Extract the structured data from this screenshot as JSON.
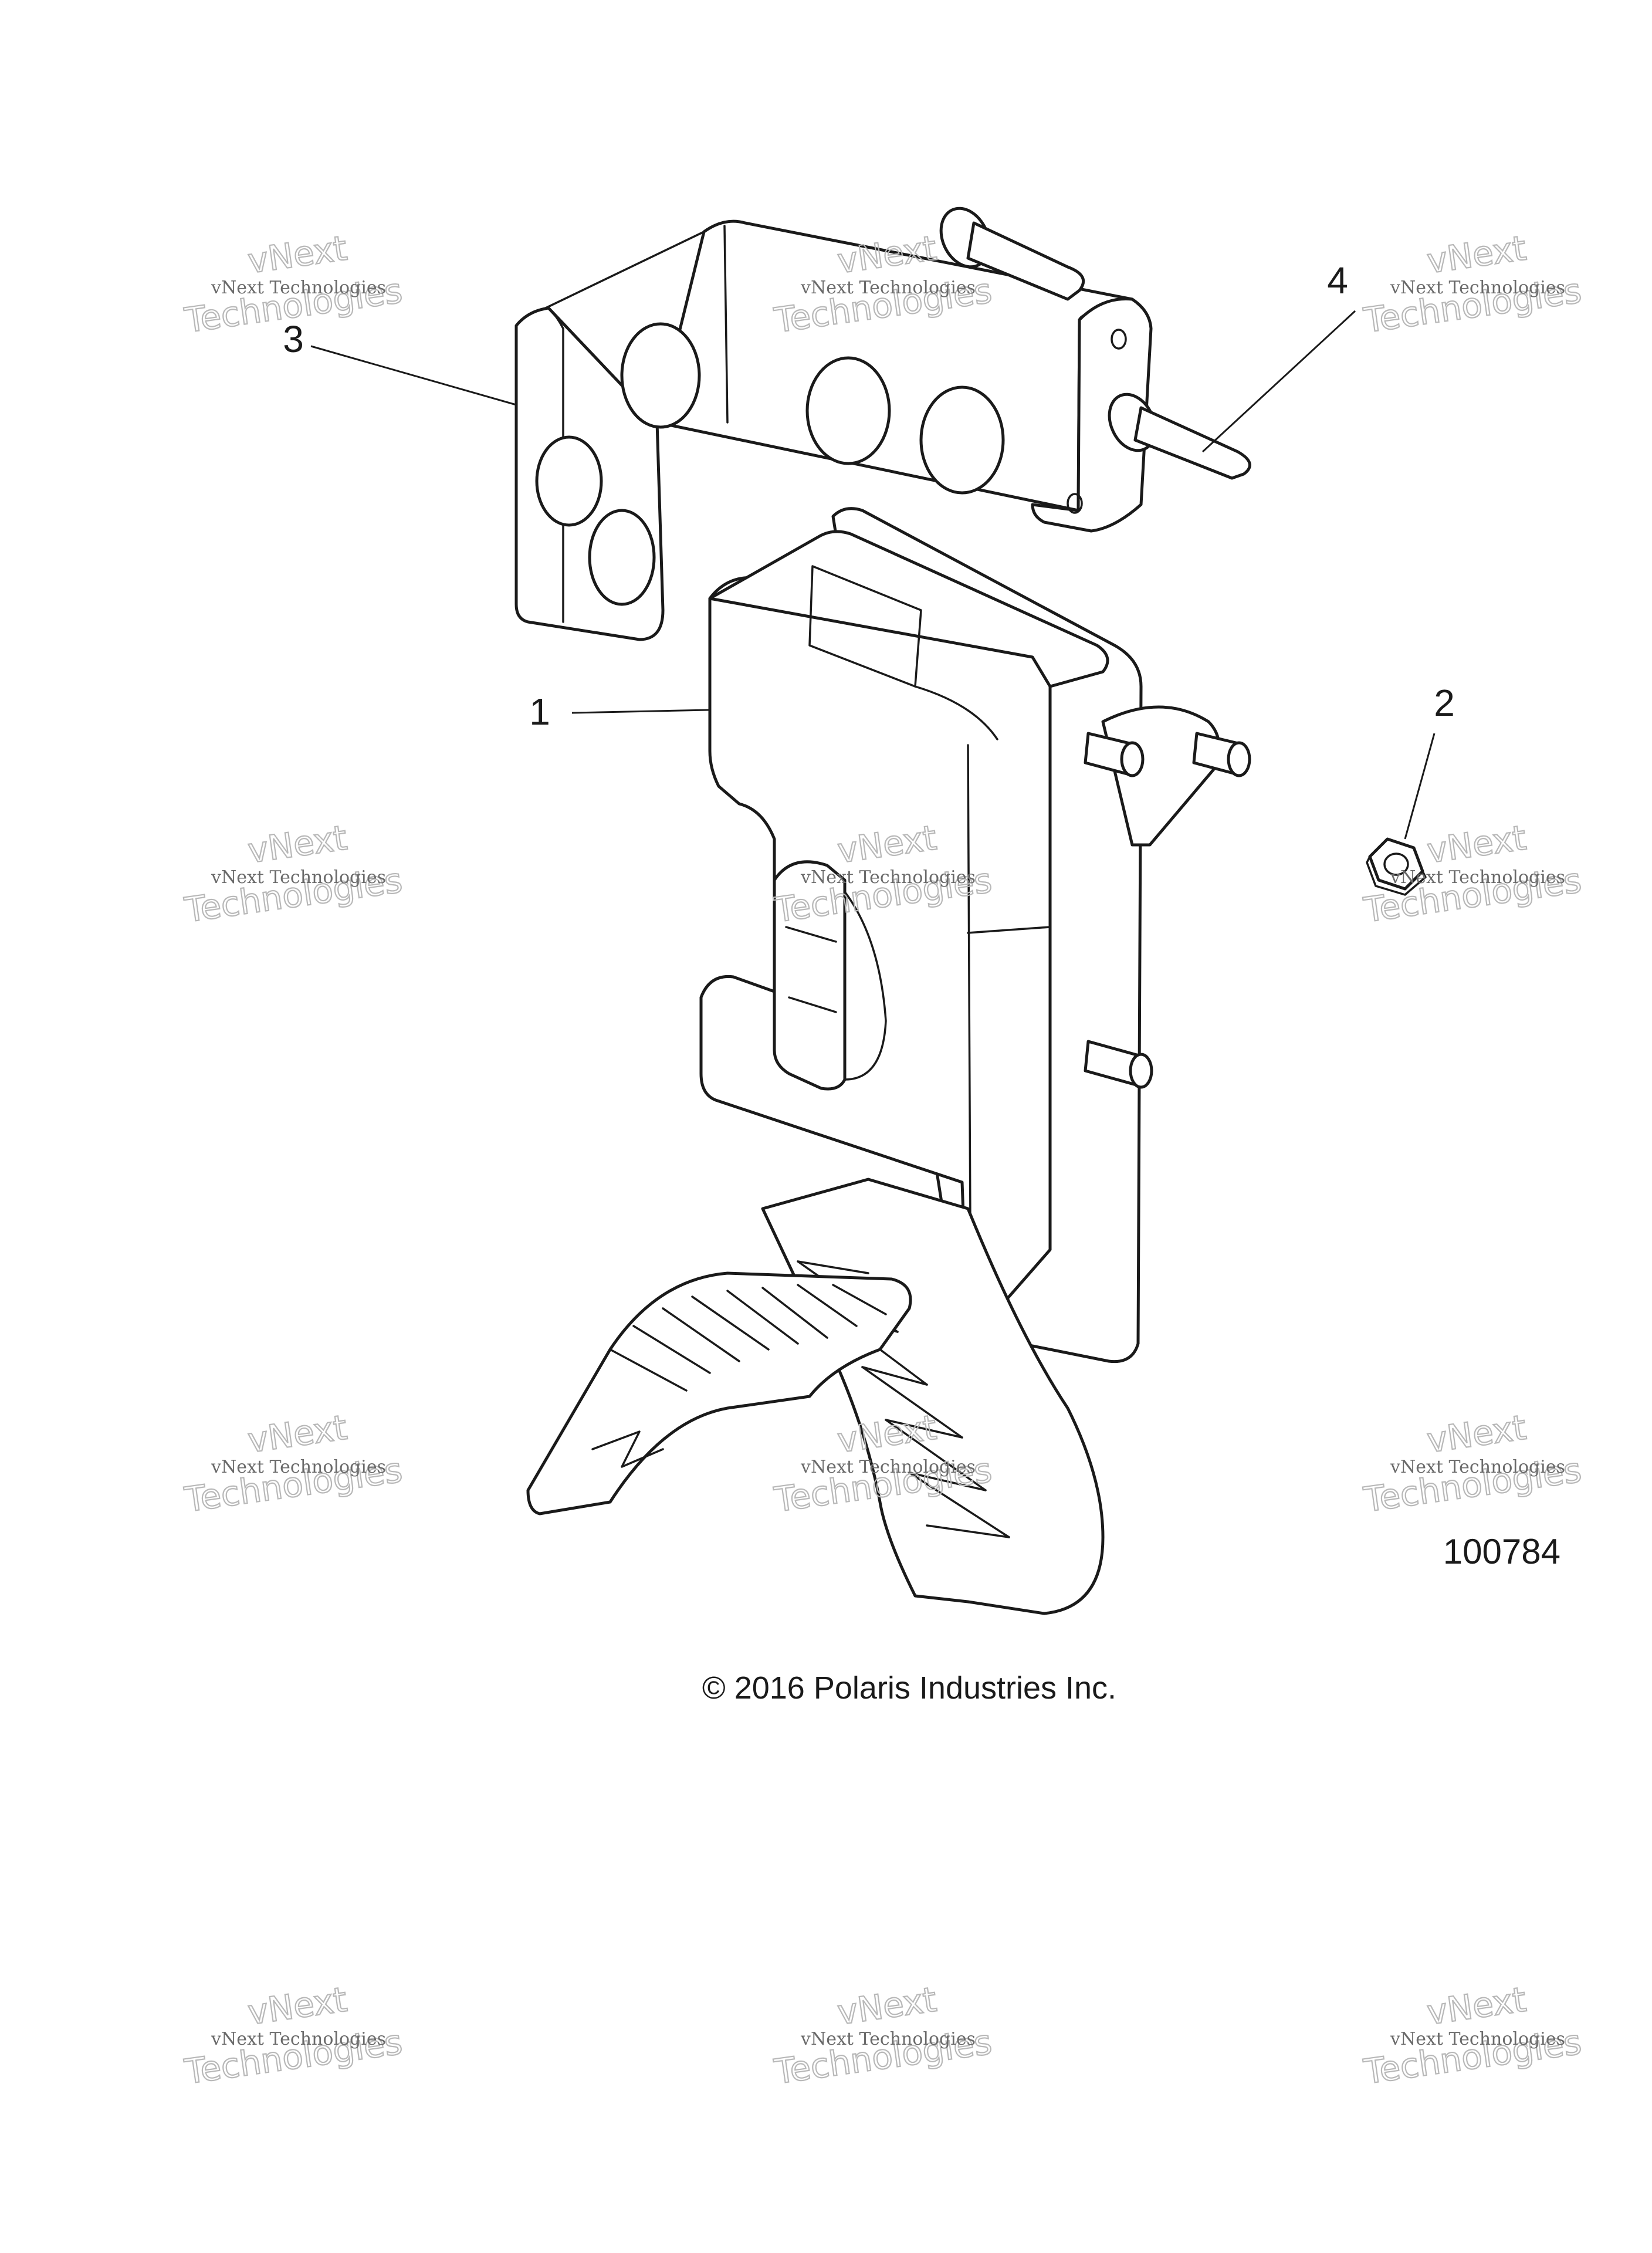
{
  "diagram": {
    "callouts": [
      "1",
      "2",
      "3",
      "4"
    ],
    "figure_number": "100784",
    "copyright": "© 2016 Polaris Industries Inc."
  },
  "watermark": {
    "line1": "vNext Technologies",
    "line2": "Technologies",
    "corner": "vNext"
  },
  "colors": {
    "ink": "#1a1a1a",
    "watermark": "#b8b8b8",
    "background": "#ffffff"
  }
}
